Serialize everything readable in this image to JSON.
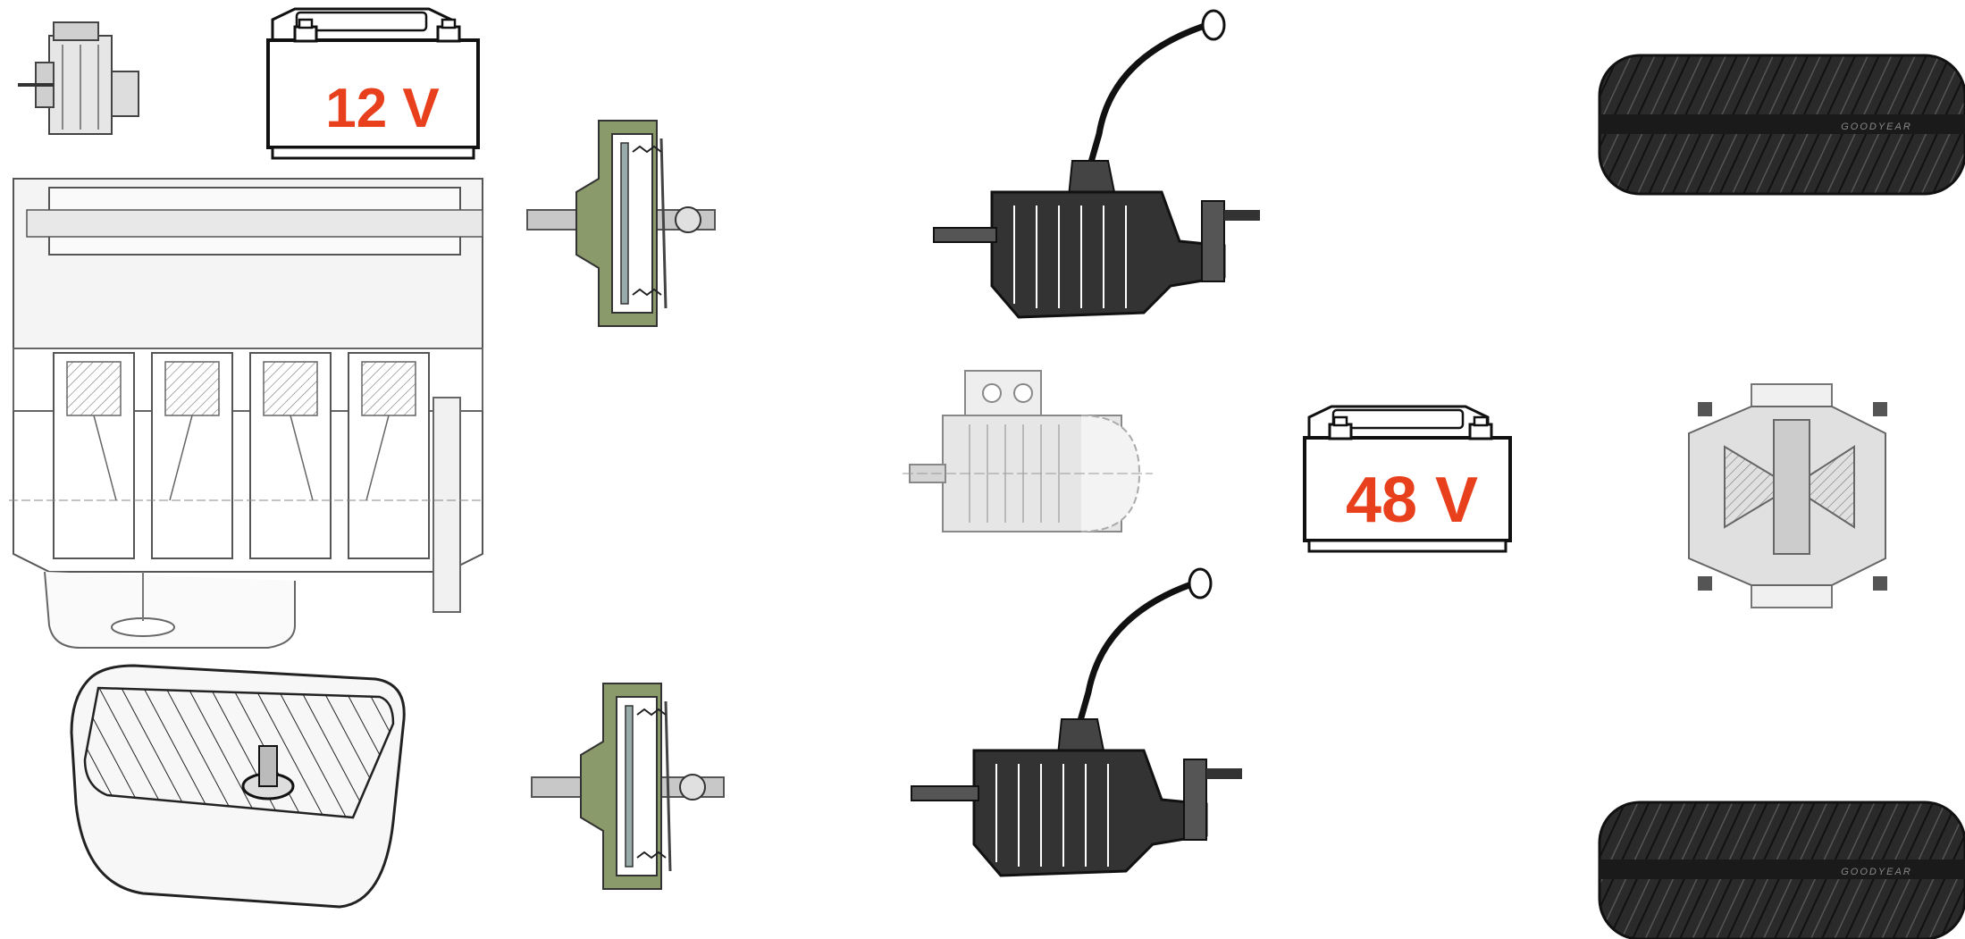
{
  "battery_12v": {
    "label": "12 V"
  },
  "battery_48v": {
    "label": "48 V"
  },
  "tire_top": {
    "brand": "GOODYEAR"
  },
  "tire_bottom": {
    "brand": "GOODYEAR"
  },
  "colors": {
    "label_red": "#e8401c",
    "ink": "#1a1a1a",
    "gray_fill": "#d9d9d9",
    "light_gray": "#eeeeee",
    "olive": "#8a9a6a",
    "tire_dark": "#2a2a2a"
  },
  "icons": [
    "alternator-icon",
    "battery-icon",
    "engine-icon",
    "fuel-tank-icon",
    "clutch-icon",
    "gearbox-icon",
    "electric-motor-icon",
    "differential-icon",
    "tire-icon"
  ]
}
